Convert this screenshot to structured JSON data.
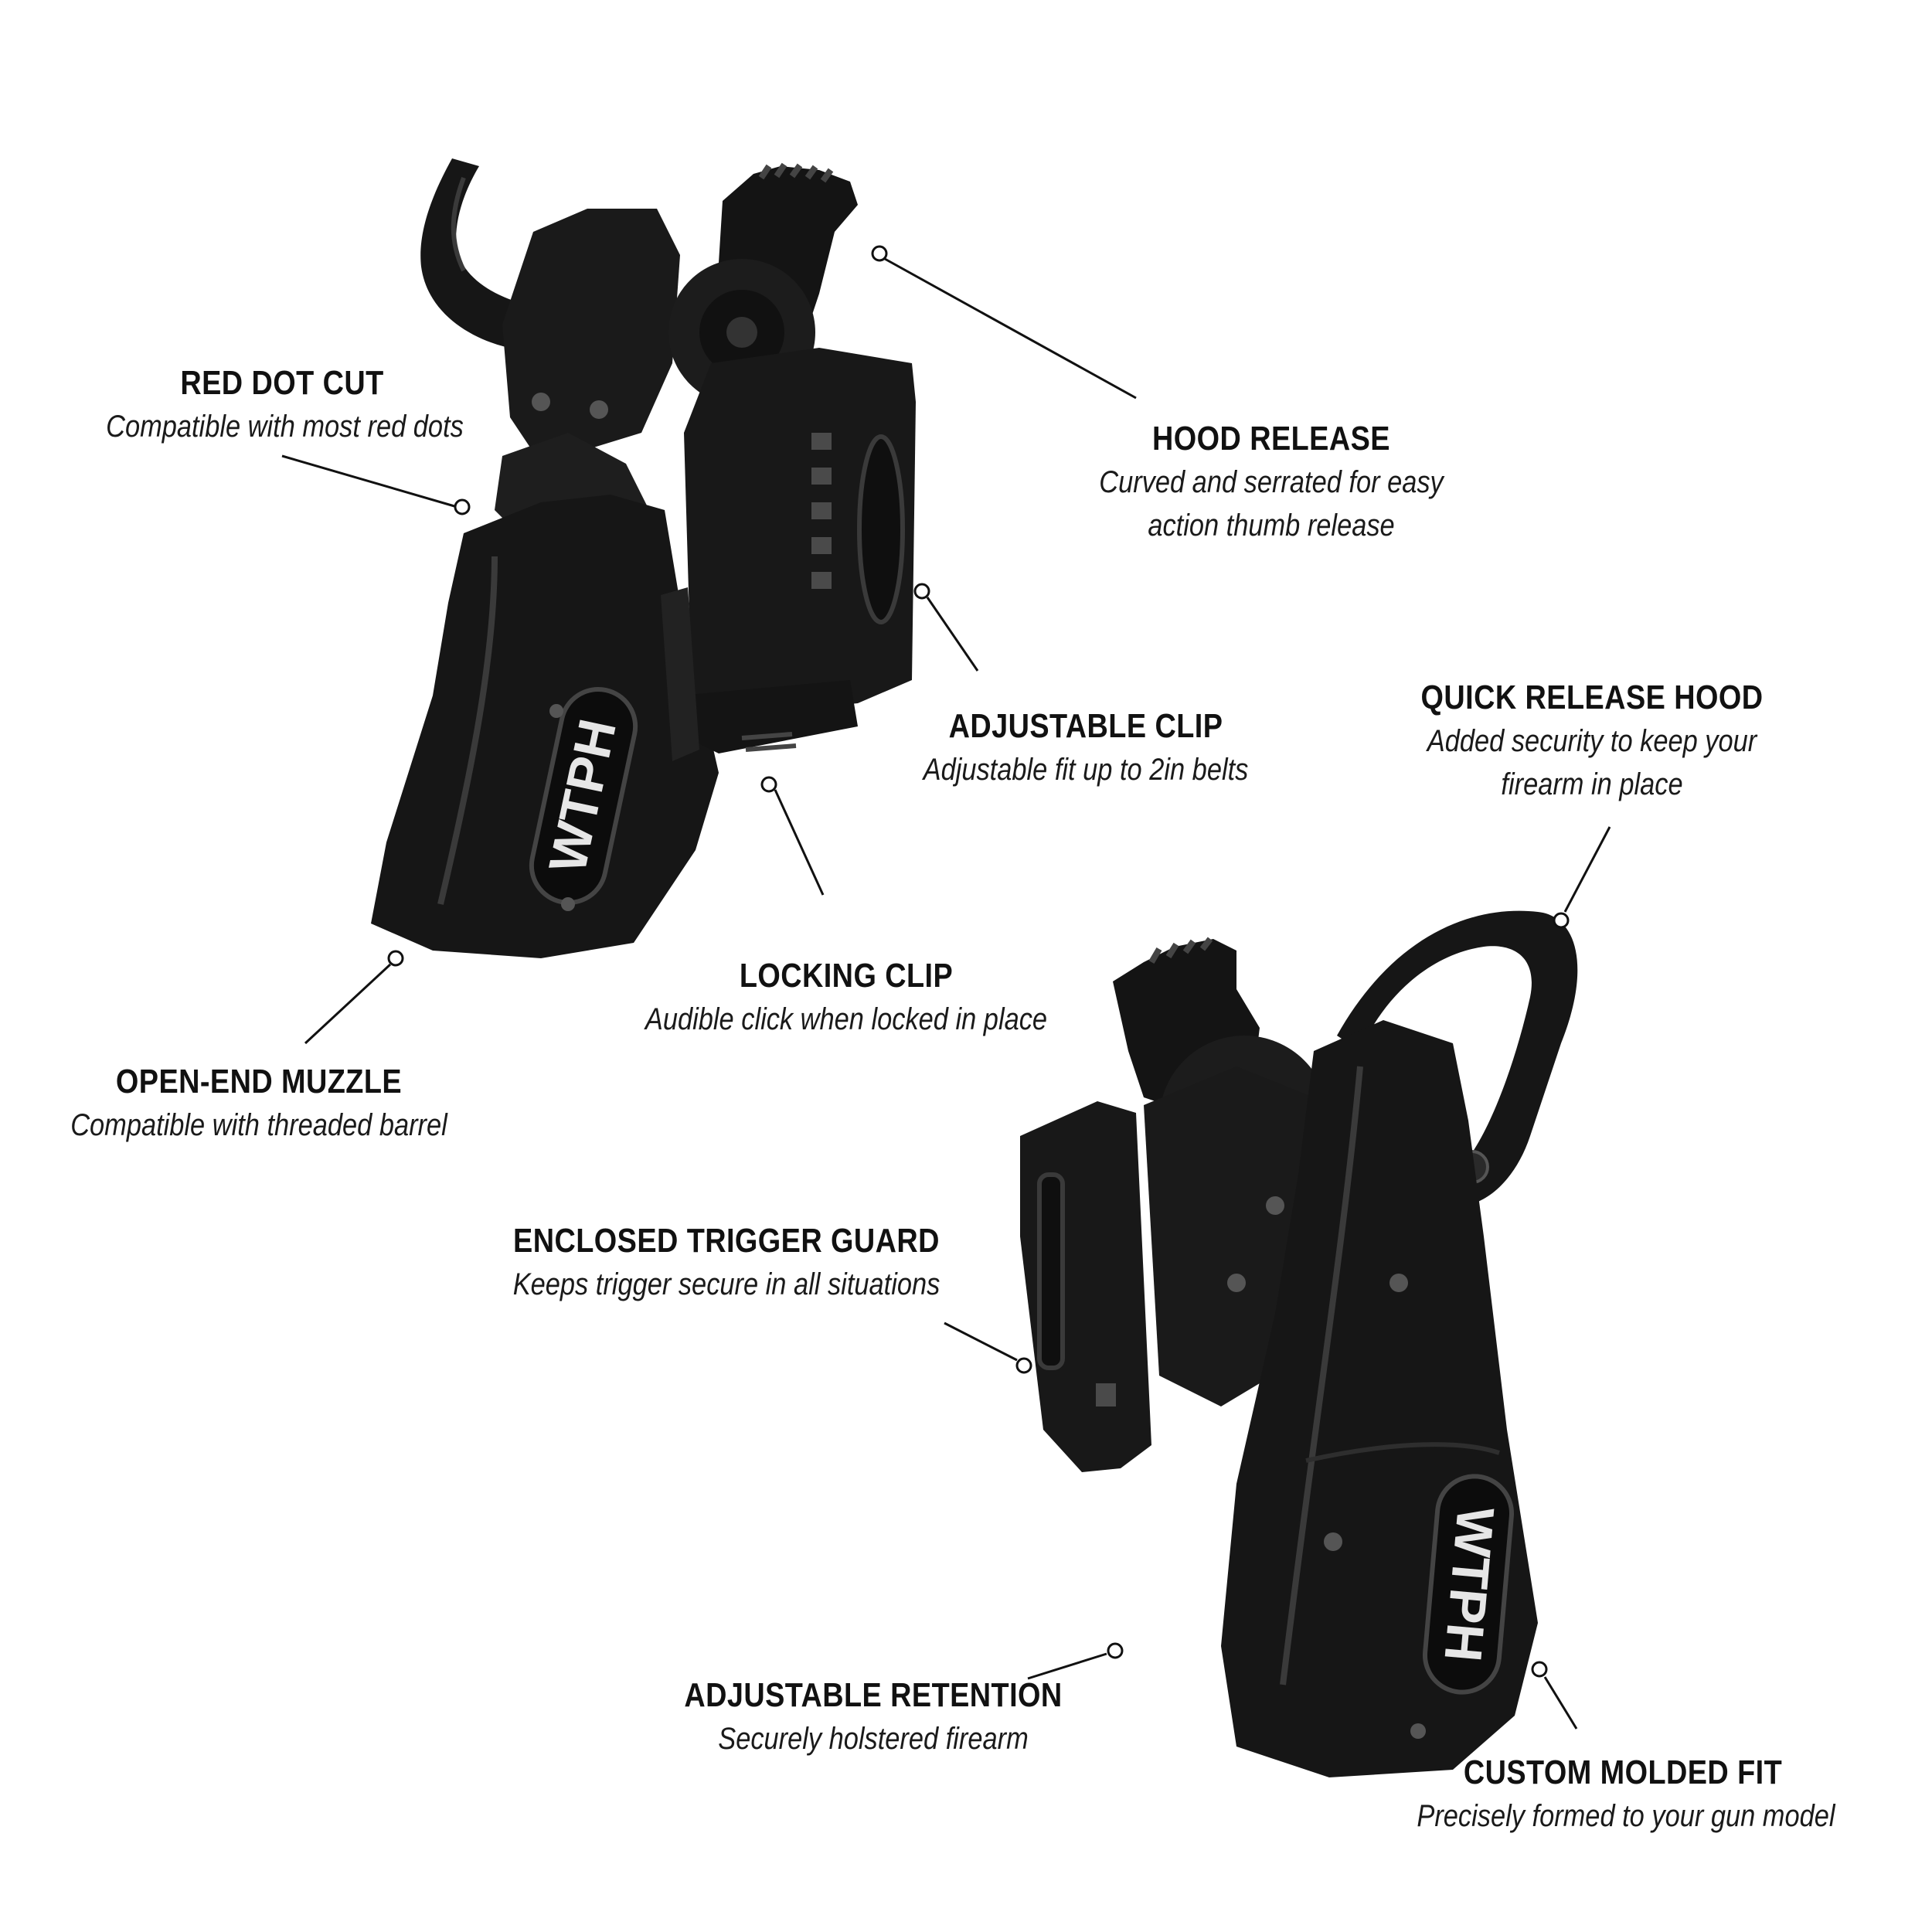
{
  "brand": {
    "logo_text": "WTPH",
    "ink_color": "#111111",
    "holster_color": "#161616",
    "highlight_color": "#3a3a3a"
  },
  "callouts": [
    {
      "id": "red-dot-cut",
      "title": "RED DOT CUT",
      "desc": [
        "Compatible with most red dots"
      ]
    },
    {
      "id": "hood-release",
      "title": "HOOD RELEASE",
      "desc": [
        "Curved and serrated for easy",
        "action thumb release"
      ]
    },
    {
      "id": "adjustable-clip",
      "title": "ADJUSTABLE CLIP",
      "desc": [
        "Adjustable fit up to 2in belts"
      ]
    },
    {
      "id": "quick-release-hood",
      "title": "QUICK RELEASE HOOD",
      "desc": [
        "Added security to keep your",
        "firearm in place"
      ]
    },
    {
      "id": "locking-clip",
      "title": "LOCKING CLIP",
      "desc": [
        "Audible click when locked in place"
      ]
    },
    {
      "id": "open-end-muzzle",
      "title": "OPEN-END MUZZLE",
      "desc": [
        "Compatible with threaded barrel"
      ]
    },
    {
      "id": "enclosed-trigger-guard",
      "title": "ENCLOSED TRIGGER GUARD",
      "desc": [
        "Keeps trigger secure in all situations"
      ]
    },
    {
      "id": "adjustable-retention",
      "title": "ADJUSTABLE RETENTION",
      "desc": [
        "Securely holstered firearm"
      ]
    },
    {
      "id": "custom-molded-fit",
      "title": "CUSTOM MOLDED FIT",
      "desc": [
        "Precisely formed to your gun model"
      ]
    }
  ]
}
